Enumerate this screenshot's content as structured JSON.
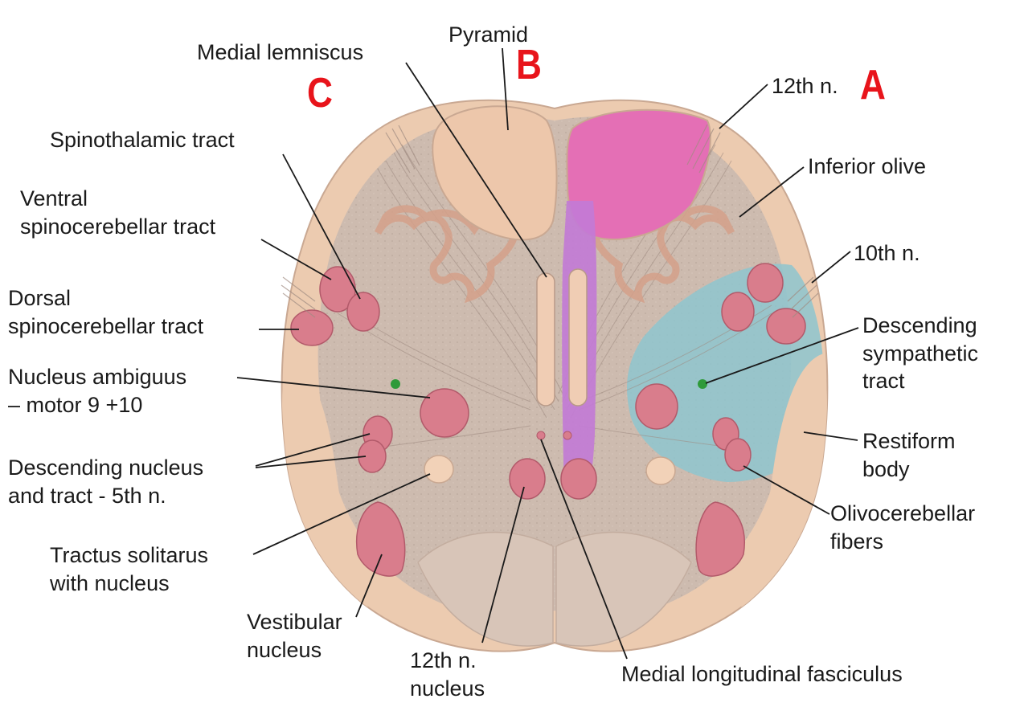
{
  "markers": {
    "a": "A",
    "b": "B",
    "c": "C"
  },
  "labels": {
    "medial_lemniscus": "Medial lemniscus",
    "pyramid": "Pyramid",
    "nerve_12": "12th n.",
    "spinothalamic": "Spinothalamic tract",
    "inferior_olive": "Inferior olive",
    "ventral_line1": "Ventral",
    "ventral_line2": "spinocerebellar tract",
    "nerve_10": "10th n.",
    "dorsal_line1": "Dorsal",
    "dorsal_line2": "spinocerebellar tract",
    "desc_symp_line1": "Descending",
    "desc_symp_line2": "sympathetic",
    "desc_symp_line3": "tract",
    "ambiguus_line1": "Nucleus ambiguus",
    "ambiguus_line2": "– motor 9 +10",
    "restiform_line1": "Restiform",
    "restiform_line2": "body",
    "desc_nucleus_line1": "Descending nucleus",
    "desc_nucleus_line2": "and tract - 5th n.",
    "olivocerebellar_line1": "Olivocerebellar",
    "olivocerebellar_line2": "fibers",
    "solitarus_line1": "Tractus solitarus",
    "solitarus_line2": "with nucleus",
    "vestibular_line1": "Vestibular",
    "vestibular_line2": "nucleus",
    "n12_nucleus_line1": "12th n.",
    "n12_nucleus_line2": "nucleus",
    "mlf": "Medial longitudinal fasciculus"
  },
  "colors": {
    "tissue": "#cdbbaf",
    "outer_rim": "#eccbb0",
    "pyramid": "#edc7ab",
    "nucleus": "#d97d8c",
    "pyramid_highlight": "#e46fb5",
    "tract_highlight": "#c27ad6",
    "sympathetic_region": "#8ec6cf",
    "marker_red": "#e8141b",
    "dot_green": "#2f9a3a"
  }
}
